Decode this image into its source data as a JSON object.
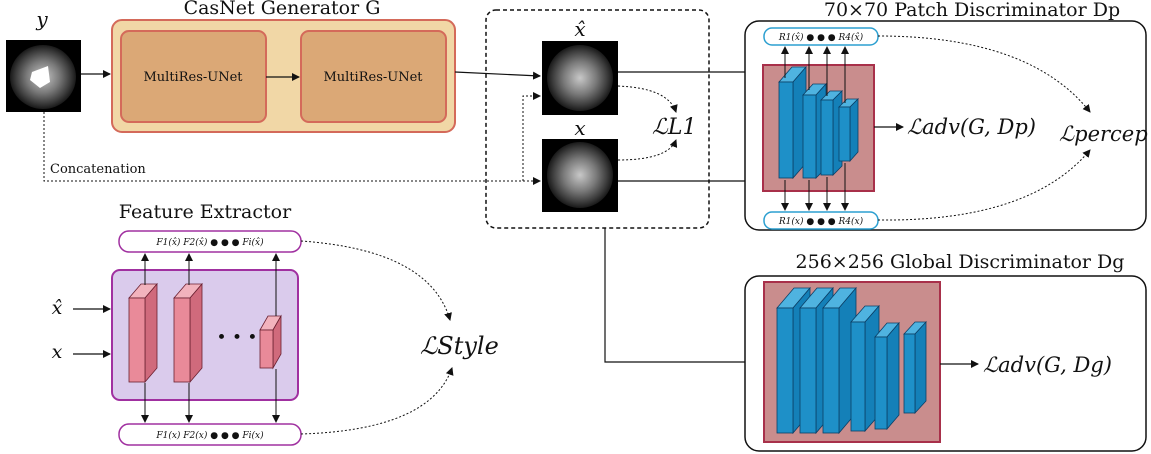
{
  "input": {
    "y_label": "y"
  },
  "generator": {
    "title": "CasNet Generator G",
    "block1": "MultiRes-UNet",
    "block2": "MultiRes-UNet"
  },
  "concat_label": "Concatenation",
  "outputs": {
    "xhat_label": "x̂",
    "x_label": "x",
    "l1_loss": "ℒL1"
  },
  "patch_disc": {
    "title": "70×70 Patch Discriminator Dp",
    "feat_top": "R1(x̂) ● ● ● R4(x̂)",
    "feat_bottom": "R1(x) ● ● ● R4(x)",
    "adv_loss": "ℒadv(G, Dp)",
    "percep_loss": "ℒpercep"
  },
  "global_disc": {
    "title": "256×256 Global Discriminator Dg",
    "adv_loss": "ℒadv(G, Dg)"
  },
  "feature_extractor": {
    "title": "Feature Extractor",
    "input1": "x̂",
    "input2": "x",
    "feat_top": "F1(x̂) F2(x̂) ● ● ● Fi(x̂)",
    "feat_bottom": "F1(x) F2(x) ● ● ● Fi(x)",
    "dots": "• • •",
    "style_loss": "ℒStyle"
  },
  "colors": {
    "generator_outer": "#f1d7a6",
    "generator_inner": "#dba876",
    "generator_border": "#d46a5a",
    "disc_fill": "#c98d8d",
    "disc_border": "#a8304a",
    "conv_blue": "#1e90c8",
    "extractor_fill": "#dacbec",
    "extractor_border": "#a030a0",
    "extractor_block": "#e98a99"
  }
}
